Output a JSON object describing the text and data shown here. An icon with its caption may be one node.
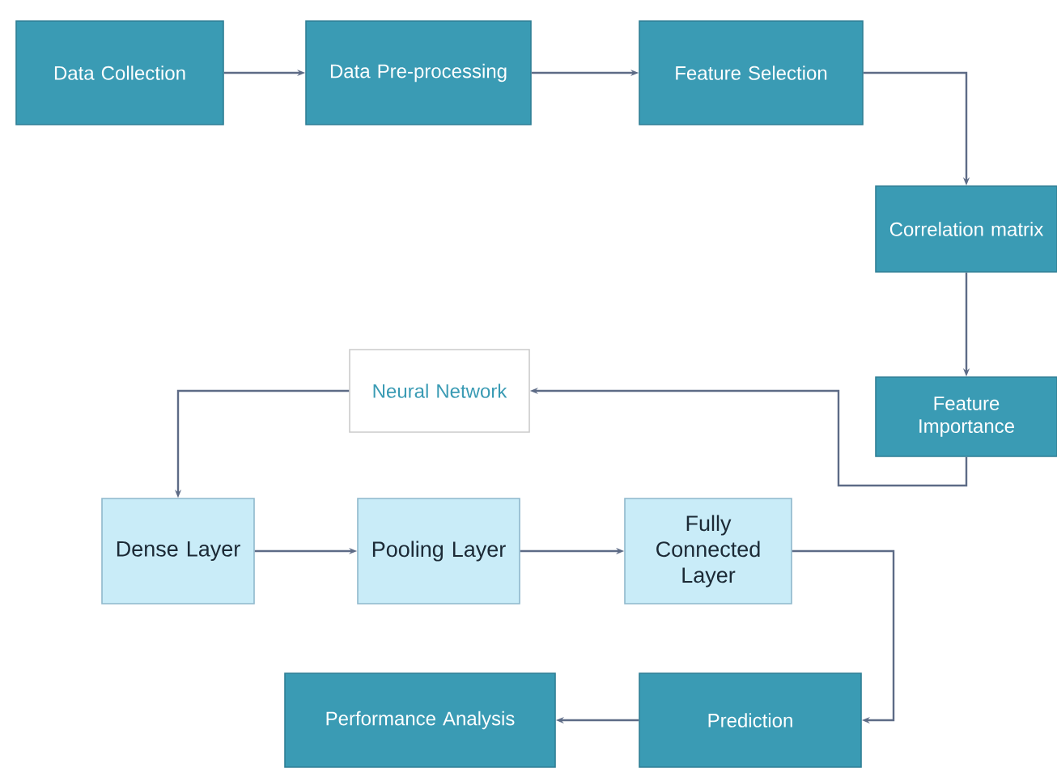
{
  "diagram": {
    "nodes": [
      {
        "text": [
          "Data Collection"
        ]
      },
      {
        "text": [
          "Data Pre-processing"
        ]
      },
      {
        "text": [
          "Feature Selection"
        ]
      },
      {
        "text": [
          "Correlation matrix"
        ]
      },
      {
        "text": [
          "Feature Importance"
        ]
      },
      {
        "text": [
          "Neural Network"
        ]
      },
      {
        "text": [
          "Dense Layer"
        ]
      },
      {
        "text": [
          "Pooling Layer"
        ]
      },
      {
        "text": [
          "Fully Connected Layer"
        ]
      },
      {
        "text": [
          "Performance Analysis"
        ]
      },
      {
        "text": [
          "Prediction"
        ]
      }
    ],
    "edges": [
      {
        "from": 0,
        "to": 1,
        "arrow": "to"
      },
      {
        "from": 1,
        "to": 2,
        "arrow": "to"
      },
      {
        "from": 2,
        "to": 3,
        "arrow": "to"
      },
      {
        "from": 3,
        "to": 4,
        "arrow": "to"
      },
      {
        "from": 4,
        "to": 5,
        "arrow": "to"
      },
      {
        "from": 5,
        "to": 6,
        "arrow": "to"
      },
      {
        "from": 6,
        "to": 7,
        "arrow": "to"
      },
      {
        "from": 7,
        "to": 8,
        "arrow": "to"
      },
      {
        "from": 8,
        "to": 10,
        "arrow": "to"
      },
      {
        "from": 10,
        "to": 9,
        "arrow": "to"
      }
    ]
  }
}
